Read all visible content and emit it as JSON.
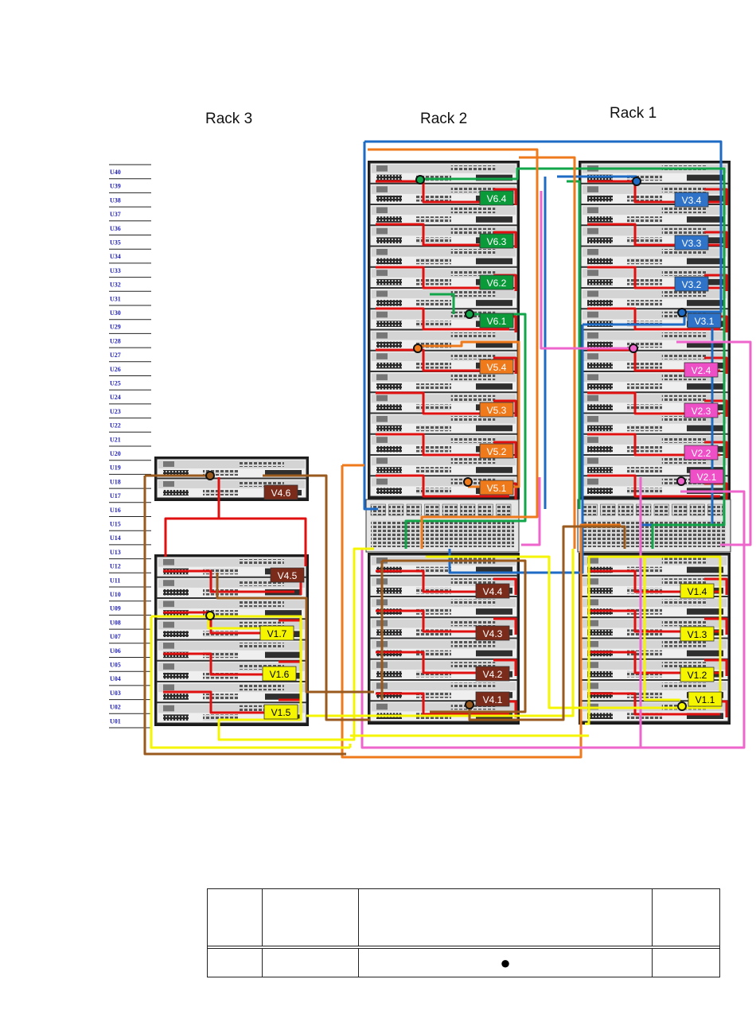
{
  "racks": [
    {
      "key": "rack3",
      "title": "Rack 3"
    },
    {
      "key": "rack2",
      "title": "Rack 2"
    },
    {
      "key": "rack1",
      "title": "Rack 1"
    }
  ],
  "unit_labels": [
    "U40",
    "U39",
    "U38",
    "U37",
    "U36",
    "U35",
    "U34",
    "U33",
    "U32",
    "U31",
    "U30",
    "U29",
    "U28",
    "U27",
    "U26",
    "U25",
    "U24",
    "U23",
    "U22",
    "U21",
    "U20",
    "U19",
    "U18",
    "U17",
    "U16",
    "U15",
    "U14",
    "U13",
    "U12",
    "U11",
    "U10",
    "U09",
    "U08",
    "U07",
    "U06",
    "U05",
    "U04",
    "U03",
    "U02",
    "U01"
  ],
  "colors": {
    "V1": "#f5f500",
    "V2": "#ee4fc7",
    "V3": "#2f73c9",
    "V4": "#7b2b1a",
    "V5": "#ee7a1c",
    "V6": "#0a9a3a",
    "red_link": "#e01010",
    "brown_link": "#9a5a1e",
    "orange_link": "#ee7a1c",
    "yellow_link": "#f5f500",
    "green_link": "#12a64a",
    "blue_link": "#1d6bc4",
    "pink_link": "#ee66cc"
  },
  "volumes": [
    {
      "id": "V6.4",
      "rack": "rack2",
      "group": "V6"
    },
    {
      "id": "V6.3",
      "rack": "rack2",
      "group": "V6"
    },
    {
      "id": "V6.2",
      "rack": "rack2",
      "group": "V6"
    },
    {
      "id": "V6.1",
      "rack": "rack2",
      "group": "V6"
    },
    {
      "id": "V5.4",
      "rack": "rack2",
      "group": "V5"
    },
    {
      "id": "V5.3",
      "rack": "rack2",
      "group": "V5"
    },
    {
      "id": "V5.2",
      "rack": "rack2",
      "group": "V5"
    },
    {
      "id": "V5.1",
      "rack": "rack2",
      "group": "V5"
    },
    {
      "id": "V4.4",
      "rack": "rack2",
      "group": "V4"
    },
    {
      "id": "V4.3",
      "rack": "rack2",
      "group": "V4"
    },
    {
      "id": "V4.2",
      "rack": "rack2",
      "group": "V4"
    },
    {
      "id": "V4.1",
      "rack": "rack2",
      "group": "V4"
    },
    {
      "id": "V3.4",
      "rack": "rack1",
      "group": "V3"
    },
    {
      "id": "V3.3",
      "rack": "rack1",
      "group": "V3"
    },
    {
      "id": "V3.2",
      "rack": "rack1",
      "group": "V3"
    },
    {
      "id": "V3.1",
      "rack": "rack1",
      "group": "V3"
    },
    {
      "id": "V2.4",
      "rack": "rack1",
      "group": "V2"
    },
    {
      "id": "V2.3",
      "rack": "rack1",
      "group": "V2"
    },
    {
      "id": "V2.2",
      "rack": "rack1",
      "group": "V2"
    },
    {
      "id": "V2.1",
      "rack": "rack1",
      "group": "V2"
    },
    {
      "id": "V1.4",
      "rack": "rack1",
      "group": "V1"
    },
    {
      "id": "V1.3",
      "rack": "rack1",
      "group": "V1"
    },
    {
      "id": "V1.2",
      "rack": "rack1",
      "group": "V1"
    },
    {
      "id": "V1.1",
      "rack": "rack1",
      "group": "V1"
    },
    {
      "id": "V4.6",
      "rack": "rack3",
      "group": "V4"
    },
    {
      "id": "V4.5",
      "rack": "rack3",
      "group": "V4"
    },
    {
      "id": "V1.7",
      "rack": "rack3",
      "group": "V1"
    },
    {
      "id": "V1.6",
      "rack": "rack3",
      "group": "V1"
    },
    {
      "id": "V1.5",
      "rack": "rack3",
      "group": "V1"
    }
  ],
  "legend": {
    "header": [
      "",
      "",
      "",
      ""
    ],
    "row": [
      "",
      "",
      "●",
      ""
    ]
  }
}
